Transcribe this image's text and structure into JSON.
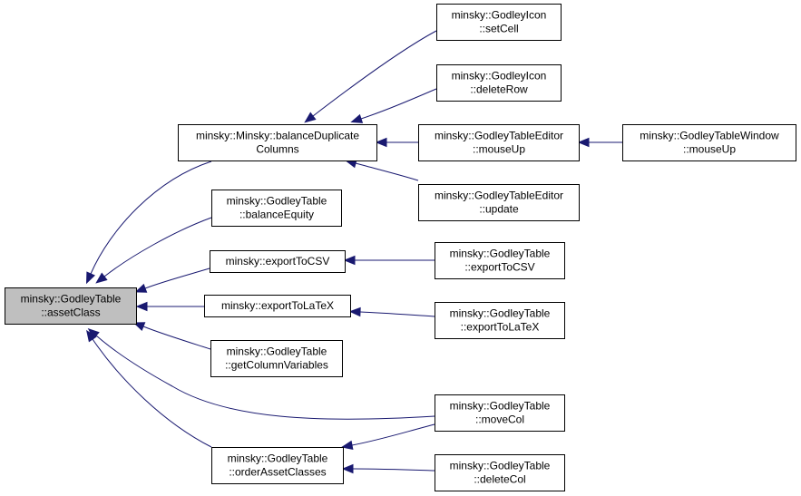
{
  "graph": {
    "nodes": [
      {
        "id": "assetClass",
        "lines": [
          "minsky::GodleyTable",
          "::assetClass"
        ],
        "highlighted": true
      },
      {
        "id": "balanceDup",
        "lines": [
          "minsky::Minsky::balanceDuplicate",
          "Columns"
        ]
      },
      {
        "id": "balanceEquity",
        "lines": [
          "minsky::GodleyTable",
          "::balanceEquity"
        ]
      },
      {
        "id": "exportToCSV",
        "lines": [
          "minsky::exportToCSV"
        ]
      },
      {
        "id": "exportToLaTeX",
        "lines": [
          "minsky::exportToLaTeX"
        ]
      },
      {
        "id": "getColumnVariables",
        "lines": [
          "minsky::GodleyTable",
          "::getColumnVariables"
        ]
      },
      {
        "id": "orderAssetClasses",
        "lines": [
          "minsky::GodleyTable",
          "::orderAssetClasses"
        ]
      },
      {
        "id": "setCell",
        "lines": [
          "minsky::GodleyIcon",
          "::setCell"
        ]
      },
      {
        "id": "deleteRow",
        "lines": [
          "minsky::GodleyIcon",
          "::deleteRow"
        ]
      },
      {
        "id": "editorMouseUp",
        "lines": [
          "minsky::GodleyTableEditor",
          "::mouseUp"
        ]
      },
      {
        "id": "editorUpdate",
        "lines": [
          "minsky::GodleyTableEditor",
          "::update"
        ]
      },
      {
        "id": "tableExportToCSV",
        "lines": [
          "minsky::GodleyTable",
          "::exportToCSV"
        ]
      },
      {
        "id": "tableExportToLaTeX",
        "lines": [
          "minsky::GodleyTable",
          "::exportToLaTeX"
        ]
      },
      {
        "id": "moveCol",
        "lines": [
          "minsky::GodleyTable",
          "::moveCol"
        ]
      },
      {
        "id": "deleteCol",
        "lines": [
          "minsky::GodleyTable",
          "::deleteCol"
        ]
      },
      {
        "id": "windowMouseUp",
        "lines": [
          "minsky::GodleyTableWindow",
          "::mouseUp"
        ]
      }
    ],
    "edges": [
      {
        "from": "balanceDup",
        "to": "assetClass"
      },
      {
        "from": "balanceEquity",
        "to": "assetClass"
      },
      {
        "from": "exportToCSV",
        "to": "assetClass"
      },
      {
        "from": "exportToLaTeX",
        "to": "assetClass"
      },
      {
        "from": "getColumnVariables",
        "to": "assetClass"
      },
      {
        "from": "moveCol",
        "to": "assetClass"
      },
      {
        "from": "orderAssetClasses",
        "to": "assetClass"
      },
      {
        "from": "setCell",
        "to": "balanceDup"
      },
      {
        "from": "deleteRow",
        "to": "balanceDup"
      },
      {
        "from": "editorMouseUp",
        "to": "balanceDup"
      },
      {
        "from": "editorUpdate",
        "to": "balanceDup"
      },
      {
        "from": "windowMouseUp",
        "to": "editorMouseUp"
      },
      {
        "from": "tableExportToCSV",
        "to": "exportToCSV"
      },
      {
        "from": "tableExportToLaTeX",
        "to": "exportToLaTeX"
      },
      {
        "from": "moveCol",
        "to": "orderAssetClasses"
      },
      {
        "from": "deleteCol",
        "to": "orderAssetClasses"
      }
    ]
  },
  "colors": {
    "edge": "#191970",
    "highlight_fill": "#bfbfbf",
    "node_border": "#000000"
  }
}
